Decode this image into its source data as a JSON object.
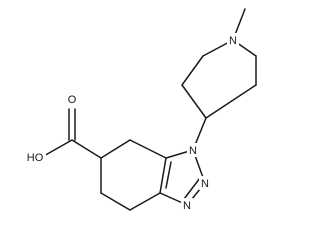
{
  "structure": {
    "atoms": {
      "n_methyl": "N",
      "n1": "N",
      "n2": "N",
      "n3": "N",
      "acid_oh": "HO",
      "acid_o": "O"
    },
    "colors": {
      "ink": "#1a1a1a",
      "background": "#ffffff"
    }
  }
}
